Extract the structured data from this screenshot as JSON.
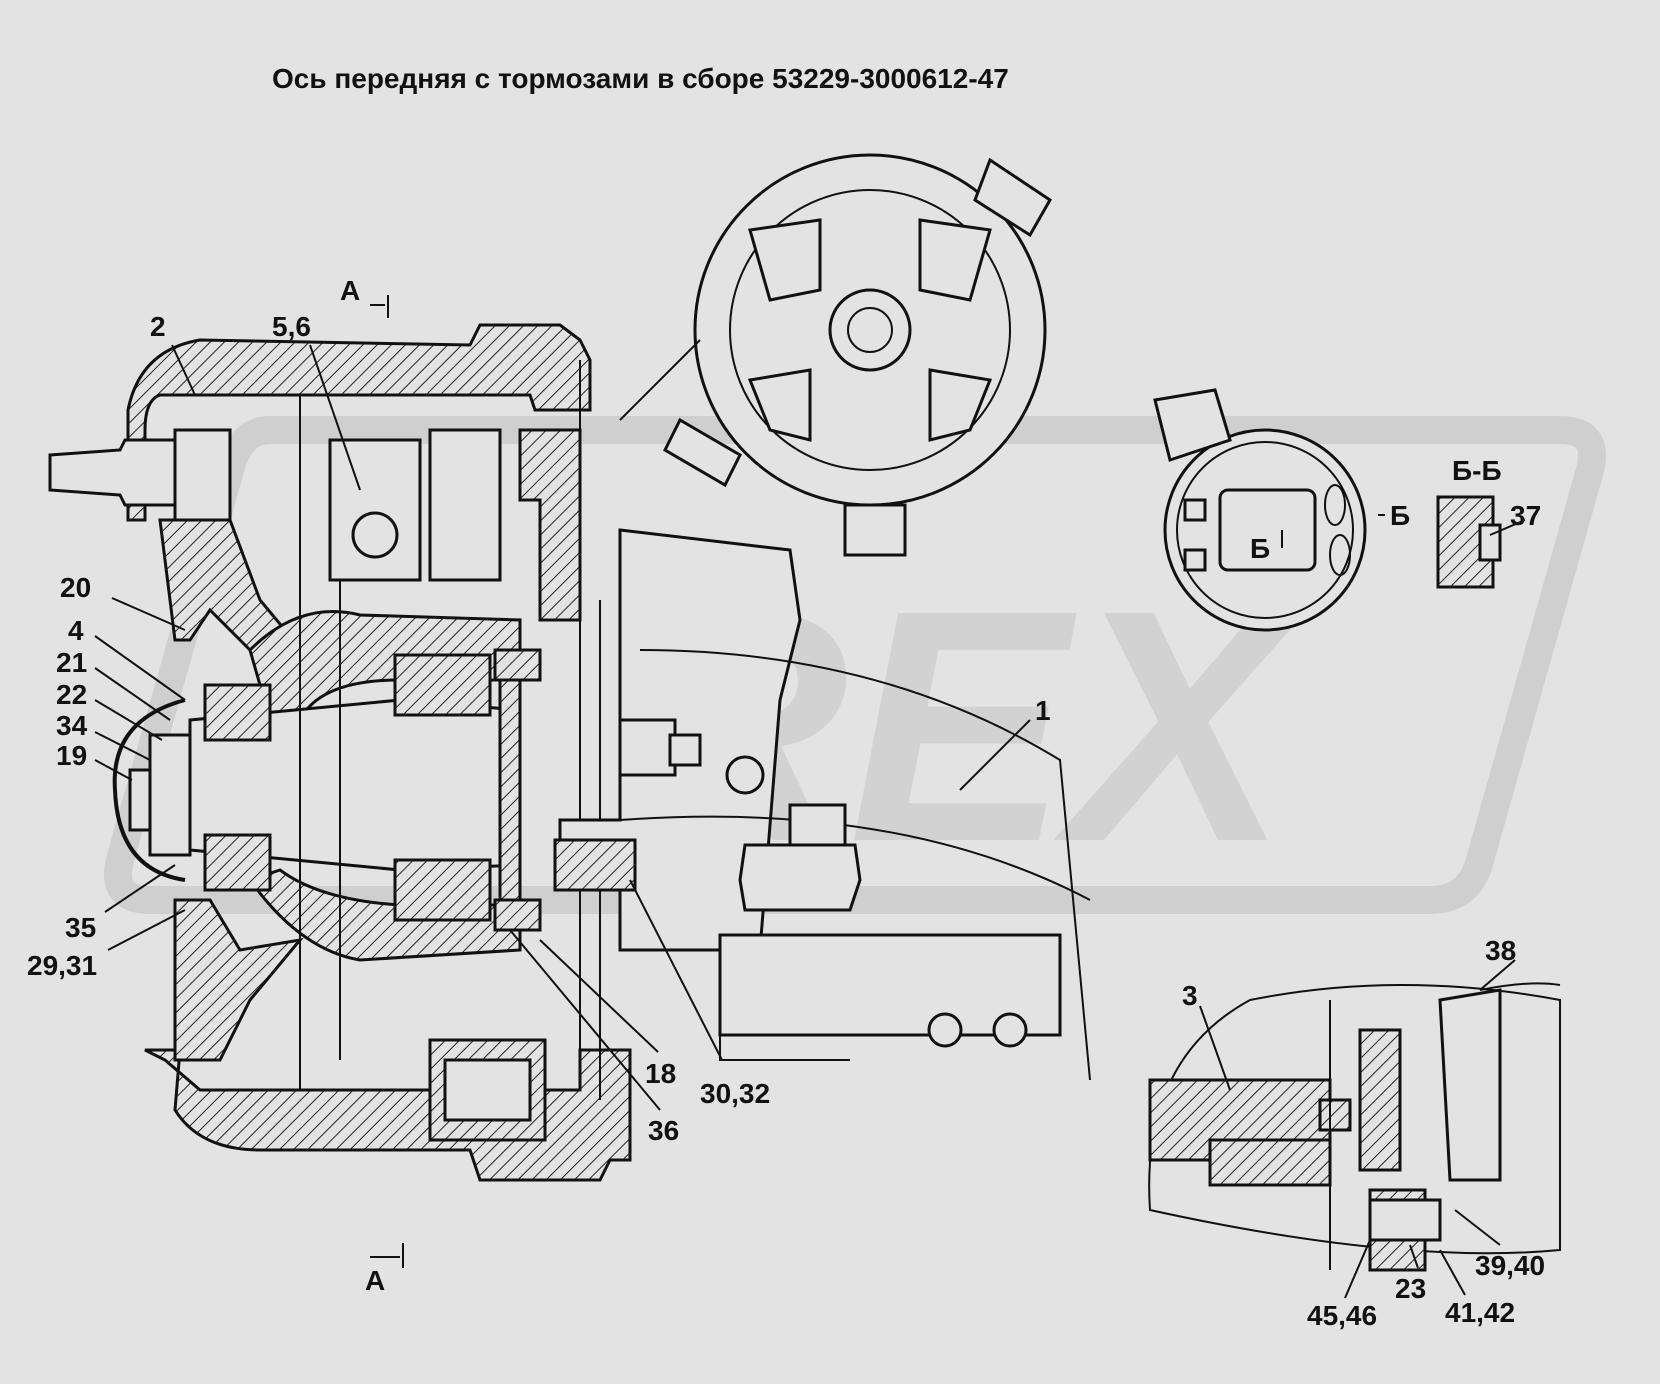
{
  "title": "Ось передняя с тормозами в сборе 53229-3000612-47",
  "section_marks": {
    "a_top": "А",
    "a_bottom": "А",
    "b_section_title": "Б-Б",
    "b_mark_1": "Б",
    "b_mark_2": "Б"
  },
  "watermark": "REX",
  "callouts": [
    "2",
    "5,6",
    "20",
    "4",
    "21",
    "22",
    "34",
    "19",
    "35",
    "29,31",
    "1",
    "18",
    "30,32",
    "36",
    "37",
    "3",
    "38",
    "39,40",
    "23",
    "41,42",
    "45,46"
  ]
}
